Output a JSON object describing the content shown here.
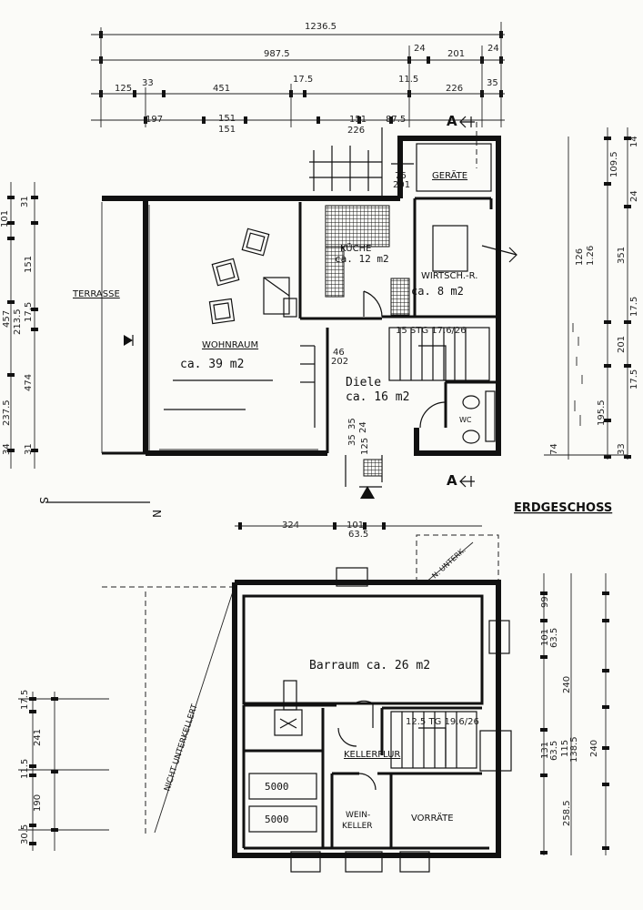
{
  "dims_top": {
    "overall": "1236.5",
    "row2_a": "987.5",
    "row2_b": "24",
    "row2_c": "201",
    "row2_d": "24",
    "row3_a": "125",
    "row3_b": "33",
    "row3_c": "451",
    "row3_d": "17.5",
    "row3_e": "11.5",
    "row3_f": "226",
    "row3_g": "35",
    "row4_a": "197",
    "row4_b": "151",
    "row4_c": "151",
    "row4_d": "151",
    "row4_e": "87.5",
    "row4_f": "226",
    "row4_g": "76",
    "row4_h": "201"
  },
  "dims_left": {
    "a": "31",
    "b": "101",
    "c": "151",
    "d": "457",
    "e": "213.5",
    "f": "17.5",
    "g": "474",
    "h": "237.5",
    "i": "31",
    "j": "34"
  },
  "dims_right": {
    "a": "14",
    "b": "109.5",
    "c": "24",
    "d": "126",
    "e": "1.26",
    "f": "351",
    "g": "17.5",
    "h": "201",
    "i": "17.5",
    "j": "195.5",
    "k": "74",
    "l": "33"
  },
  "dims_inner": {
    "door_a": "46",
    "door_b": "202",
    "door_c": "35",
    "door_d": "24",
    "door_e": "35",
    "door_f": "125",
    "stair_ground": "15 STG 17.6/26",
    "stair_cellar": "12.5 TG 19.6/26"
  },
  "dims_cellar": {
    "top_a": "324",
    "top_b": "101",
    "top_c": "63.5",
    "right_a": "99",
    "right_b": "101",
    "right_c": "63.5",
    "right_d": "240",
    "right_e": "131",
    "right_f": "63.5",
    "right_g": "138.5",
    "right_h": "115",
    "right_i": "240",
    "right_j": "258.5",
    "left_a": "17.5",
    "left_b": "241",
    "left_c": "11.5",
    "left_d": "30.5",
    "left_e": "190"
  },
  "labels": {
    "section_a_top": "A",
    "section_a_bottom": "A",
    "south": "S",
    "north": "N",
    "floor_title": "ERDGESCHOSS",
    "terrasse": "TERRASSE",
    "wohnraum": "WOHNRAUM",
    "wohnraum_area": "ca. 39 m2",
    "kueche": "KÜCHE",
    "kueche_area": "ca. 12 m2",
    "geraete": "GERÄTE",
    "wirtsch": "WIRTSCH.-R.",
    "wirtsch_area": "ca. 8 m2",
    "diele": "Diele",
    "diele_area": "ca. 16 m2",
    "wc": "WC",
    "n_unterk": "N. UNTERK.",
    "nicht_unterkellert": "NICHT UNTERKELLERT",
    "barraum": "Barraum ca. 26 m2",
    "kellerflur": "KELLERFLUR",
    "weinkeller_1": "WEIN-",
    "weinkeller_2": "KELLER",
    "vorraete": "VORRÄTE",
    "tank_1": "5000",
    "tank_2": "5000"
  }
}
